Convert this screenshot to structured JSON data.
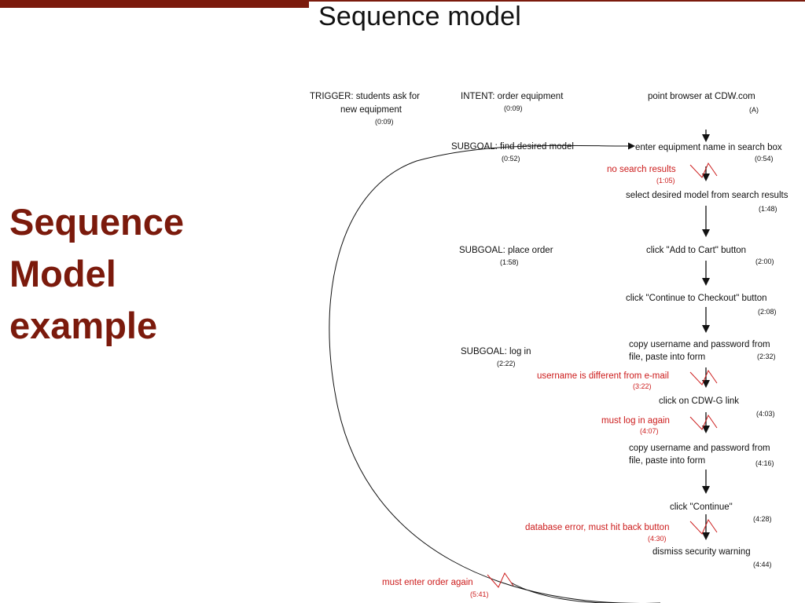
{
  "slide": {
    "title": "Sequence model",
    "side_title": [
      "Sequence",
      "Model",
      "example"
    ]
  },
  "colors": {
    "accent": "#7b1a0c",
    "breakdown": "#cc1b1b"
  },
  "header": {
    "trigger": [
      "TRIGGER: students ask for",
      "new equipment"
    ],
    "trigger_time": "(0:09)",
    "intent": "INTENT: order equipment",
    "intent_time": "(0:09)"
  },
  "subgoals": [
    {
      "label": "SUBGOAL: find desired model",
      "time": "(0:52)"
    },
    {
      "label": "SUBGOAL: place order",
      "time": "(1:58)"
    },
    {
      "label": "SUBGOAL: log in",
      "time": "(2:22)"
    }
  ],
  "steps": [
    {
      "lines": [
        "point browser at CDW.com"
      ],
      "time": "(A)"
    },
    {
      "lines": [
        "enter equipment name in search box"
      ],
      "time": "(0:54)"
    },
    {
      "lines": [
        "select desired model from search results"
      ],
      "time": "(1:48)"
    },
    {
      "lines": [
        "click \"Add to Cart\" button"
      ],
      "time": "(2:00)"
    },
    {
      "lines": [
        "click \"Continue to Checkout\" button"
      ],
      "time": "(2:08)"
    },
    {
      "lines": [
        "copy username and password from",
        "file, paste into form"
      ],
      "time": "(2:32)"
    },
    {
      "lines": [
        "click on CDW-G link"
      ],
      "time": "(4:03)"
    },
    {
      "lines": [
        "copy username and password from",
        "file, paste into form"
      ],
      "time": "(4:16)"
    },
    {
      "lines": [
        "click \"Continue\""
      ],
      "time": "(4:28)"
    },
    {
      "lines": [
        "dismiss security warning"
      ],
      "time": "(4:44)"
    }
  ],
  "breakdowns": [
    {
      "label": "no search results",
      "time": "(1:05)"
    },
    {
      "label": "username is different from e-mail",
      "time": "(3:22)"
    },
    {
      "label": "must log in again",
      "time": "(4:07)"
    },
    {
      "label": "database error, must hit back button",
      "time": "(4:30)"
    },
    {
      "label": "must enter order again",
      "time": "(5:41)"
    }
  ]
}
